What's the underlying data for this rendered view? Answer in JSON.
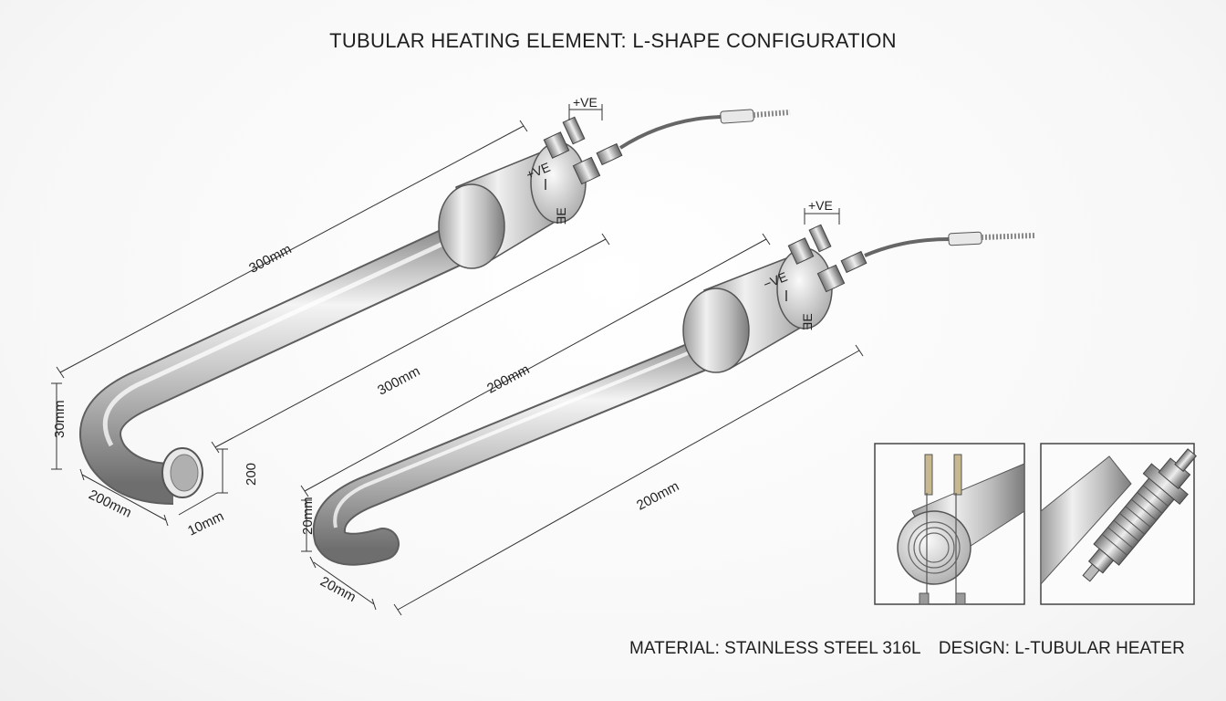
{
  "title": "TUBULAR HEATING ELEMENT: L-SHAPE CONFIGURATION",
  "footer": {
    "material": "MATERIAL: STAINLESS STEEL 316L",
    "design": "DESIGN: L-TUBULAR HEATER"
  },
  "heater_left": {
    "dim_length_top": "300mm",
    "dim_length_bottom": "300mm",
    "dim_height": "30mm",
    "dim_leg": "200mm",
    "dim_tube": "10mm",
    "dim_gap": "200",
    "terminal_label": "+VE",
    "head_mark_1": "+VE",
    "head_mark_2": "ƎE"
  },
  "heater_right": {
    "dim_length_top": "200mm",
    "dim_length_bottom": "200mm",
    "dim_height": "20mm",
    "dim_leg": "20mm",
    "terminal_label": "+VE",
    "head_mark_1": "−VE",
    "head_mark_2": "ƎE"
  },
  "colors": {
    "steel_light": "#f2f2f2",
    "steel_mid": "#bdbdbd",
    "steel_dark": "#7a7a7a",
    "line": "#333333"
  }
}
